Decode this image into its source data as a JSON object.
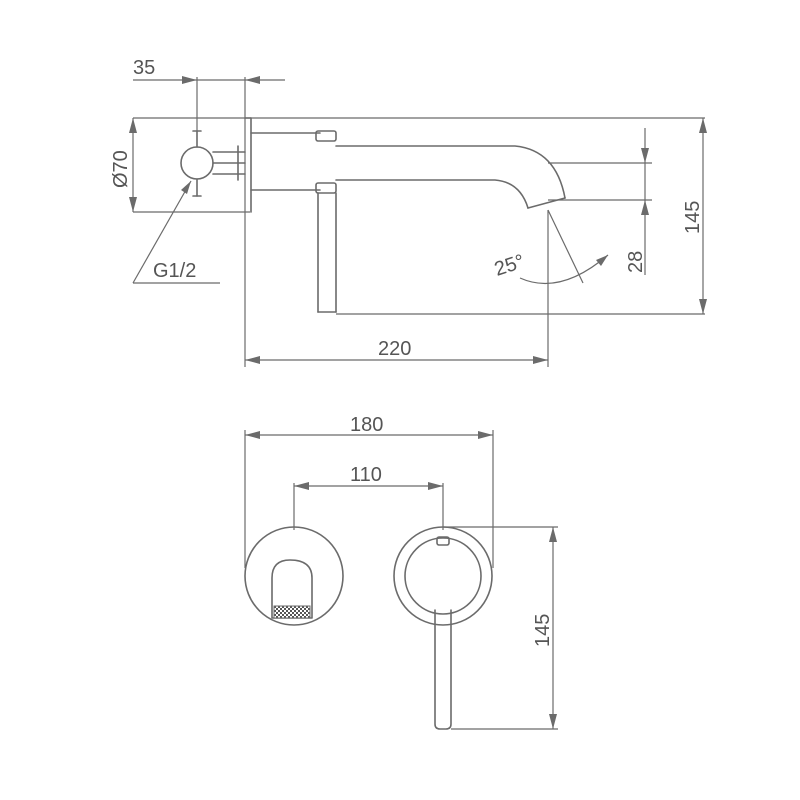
{
  "dimensions": {
    "d35": "35",
    "d70": "Ø70",
    "g12": "G1/2",
    "a25": "25°",
    "d28": "28",
    "d145_side": "145",
    "d220": "220",
    "d180": "180",
    "d110": "110",
    "d145_front": "145"
  }
}
